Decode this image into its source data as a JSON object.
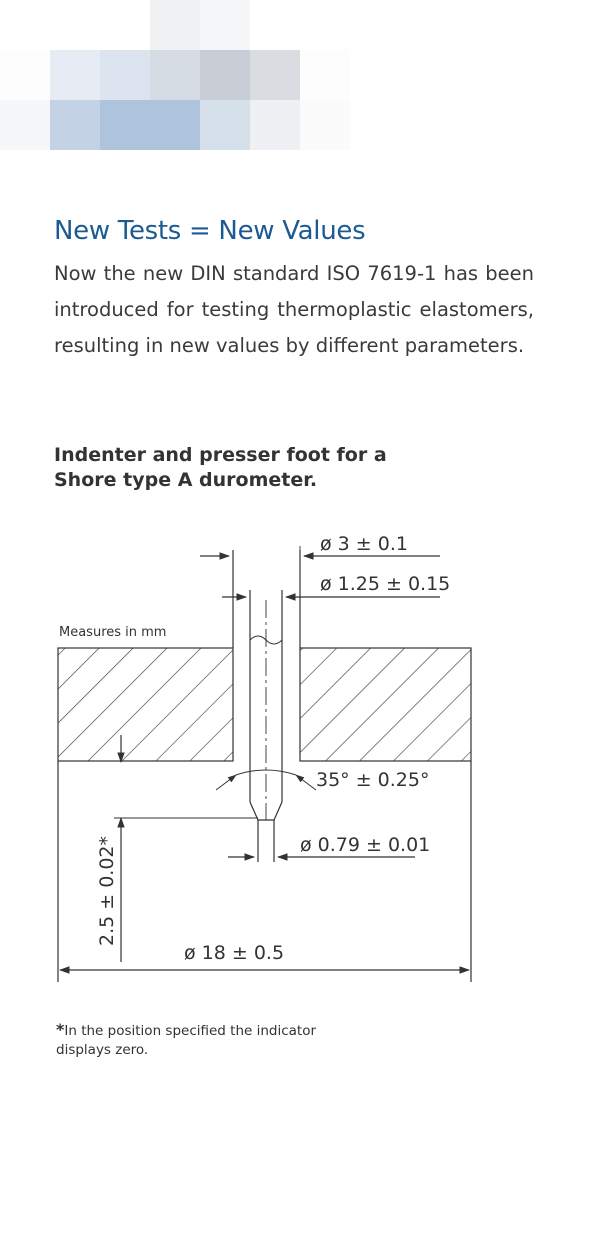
{
  "header": {
    "mosaic_colors": [
      [
        "#ffffff",
        "#ffffff",
        "#ffffff",
        "#f0f1f3",
        "#f5f6f7",
        "#ffffff",
        "#ffffff"
      ],
      [
        "#fdfdfd",
        "#e7ebf3",
        "#dbe4ef",
        "#d6dce4",
        "#c9ced6",
        "#d9dde2",
        "#fdfdfd"
      ],
      [
        "#f6f7f9",
        "#c3d3e5",
        "#aec4dd",
        "#aec4dd",
        "#d6e0ea",
        "#eef0f3",
        "#fbfbfc"
      ],
      [
        "#ffffff",
        "#ffffff",
        "#ffffff",
        "#ffffff",
        "#ffffff",
        "#ffffff",
        "#ffffff"
      ]
    ]
  },
  "article": {
    "heading": "New Tests = New Values",
    "intro": "Now the new DIN standard ISO 7619-1 has been introduced for testing thermoplastic elastomers, resulting in new values by different parameters."
  },
  "figure": {
    "title": "Indenter and presser foot for a Shore type A durometer.",
    "measures_note": "Measures in mm",
    "dim_outer_pin": "ø 3 ± 0.1",
    "dim_inner_pin": "ø 1.25 ± 0.15",
    "dim_angle": "35° ± 0.25°",
    "dim_tip": "ø 0.79 ± 0.01",
    "dim_height": "2.5 ± 0.02*",
    "dim_foot": "ø 18 ± 0.5"
  },
  "footnote": {
    "star": "*",
    "text": "In the position specified the indicator displays zero."
  }
}
